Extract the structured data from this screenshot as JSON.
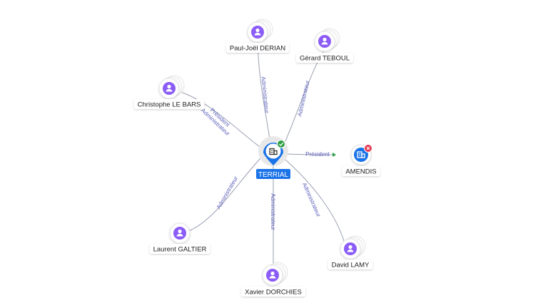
{
  "colors": {
    "person": "#8b5cf6",
    "company": "#1a73e8",
    "edge": "#9aa0b3",
    "edge_label": "#5b5fb8",
    "status_ok": "#2e9e44",
    "status_closed": "#e53950"
  },
  "center": {
    "label": "TERRIAL",
    "icon": "building-icon",
    "status": "check-icon"
  },
  "nodes": [
    {
      "id": "derian",
      "label": "Paul-Joël DERIAN",
      "icon": "person-icon",
      "relation": "Administrateur"
    },
    {
      "id": "teboul",
      "label": "Gérard TEBOUL",
      "icon": "person-icon",
      "relation": "Administrateur"
    },
    {
      "id": "lebars",
      "label": "Christophe LE BARS",
      "icon": "person-icon",
      "relation": "Président Administrateur"
    },
    {
      "id": "amendis",
      "label": "AMENDIS",
      "icon": "building-icon",
      "relation": "Président",
      "status": "close-icon"
    },
    {
      "id": "galtier",
      "label": "Laurent GALTIER",
      "icon": "person-icon",
      "relation": "Administrateur"
    },
    {
      "id": "dorchies",
      "label": "Xavier DORCHIES",
      "icon": "person-icon",
      "relation": "Administrateur"
    },
    {
      "id": "lamy",
      "label": "David LAMY",
      "icon": "person-icon",
      "relation": "Administrateur"
    }
  ]
}
